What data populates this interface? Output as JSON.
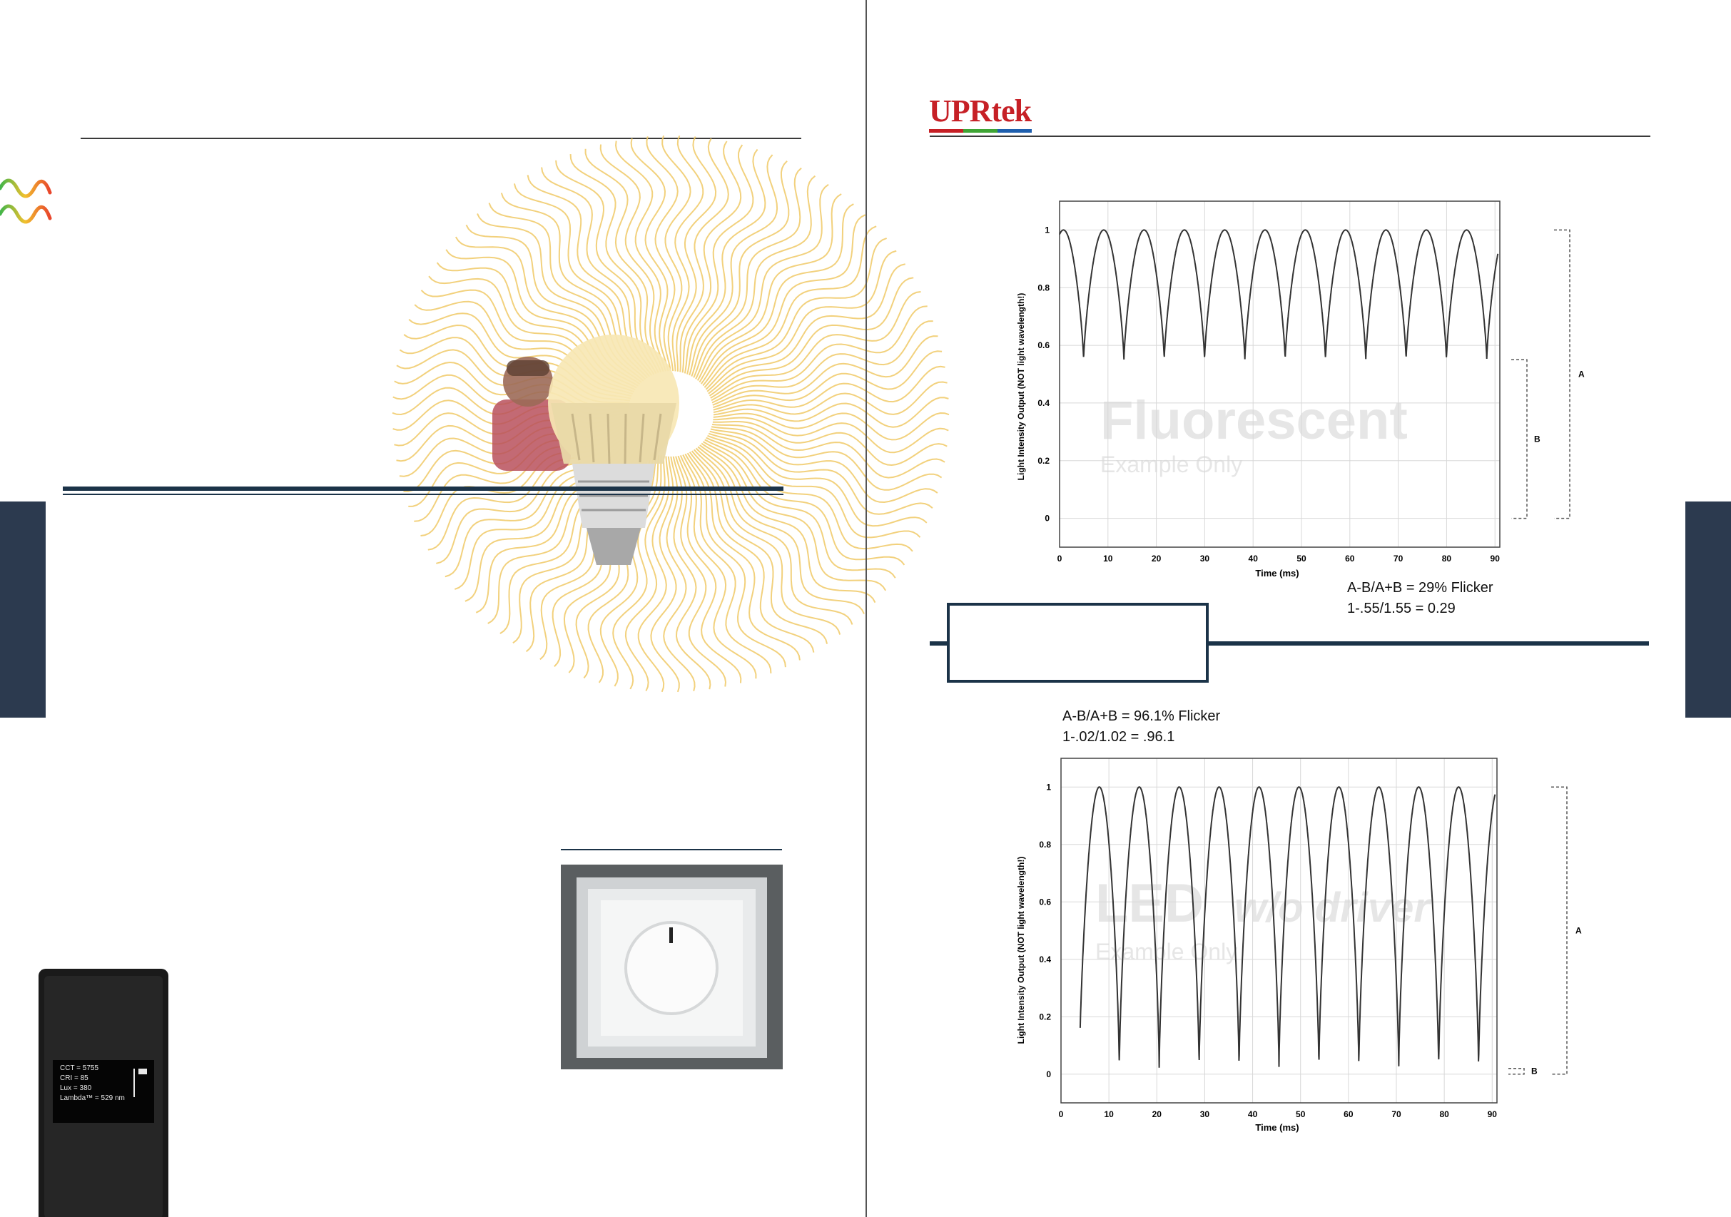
{
  "page": {
    "brand": "UPRtek",
    "brand_colors": {
      "red": "#c62026",
      "green": "#3fa535",
      "blue": "#1f5fae"
    },
    "navy": "#1b3348",
    "tab_color": "#2c3a4f",
    "meter_readout": [
      "CCT = 5755",
      "CRI = 85",
      "Lux = 380",
      "Lambda™ = 529 nm"
    ]
  },
  "chart_data": [
    {
      "type": "line",
      "title": "",
      "watermark": "Fluorescent",
      "watermark_sub": "Example Only",
      "xlabel": "Time (ms)",
      "ylabel": "Light Intensity Output (NOT light wavelength!)",
      "xlim": [
        0,
        91
      ],
      "ylim": [
        -0.1,
        1.1
      ],
      "xticks": [
        "0",
        "10",
        "20",
        "30",
        "40",
        "50",
        "60",
        "70",
        "80",
        "90"
      ],
      "yticks": [
        "0",
        "0.2",
        "0.4",
        "0.6",
        "0.8",
        "1"
      ],
      "grid": true,
      "period_ms": 8.333,
      "peak": 1.0,
      "trough": 0.55,
      "bracket_A": "A",
      "bracket_B": "B",
      "formula_1": "A-B/A+B = 29% Flicker",
      "formula_2": "1-.55/1.55 = 0.29"
    },
    {
      "type": "line",
      "title": "",
      "watermark": "LED",
      "watermark_italic": "w/o driver",
      "watermark_sub": "Example Only",
      "xlabel": "Time (ms)",
      "ylabel": "Light Intensity Output (NOT light wavelength!)",
      "xlim": [
        0,
        91
      ],
      "ylim": [
        -0.1,
        1.1
      ],
      "xticks": [
        "0",
        "10",
        "20",
        "30",
        "40",
        "50",
        "60",
        "70",
        "80",
        "90"
      ],
      "yticks": [
        "0",
        "0.2",
        "0.4",
        "0.6",
        "0.8",
        "1"
      ],
      "grid": true,
      "period_ms": 8.333,
      "peak": 1.0,
      "trough": 0.02,
      "bracket_A": "A",
      "bracket_B": "B",
      "formula_1": "A-B/A+B = 96.1% Flicker",
      "formula_2": "1-.02/1.02 = .96.1"
    }
  ]
}
